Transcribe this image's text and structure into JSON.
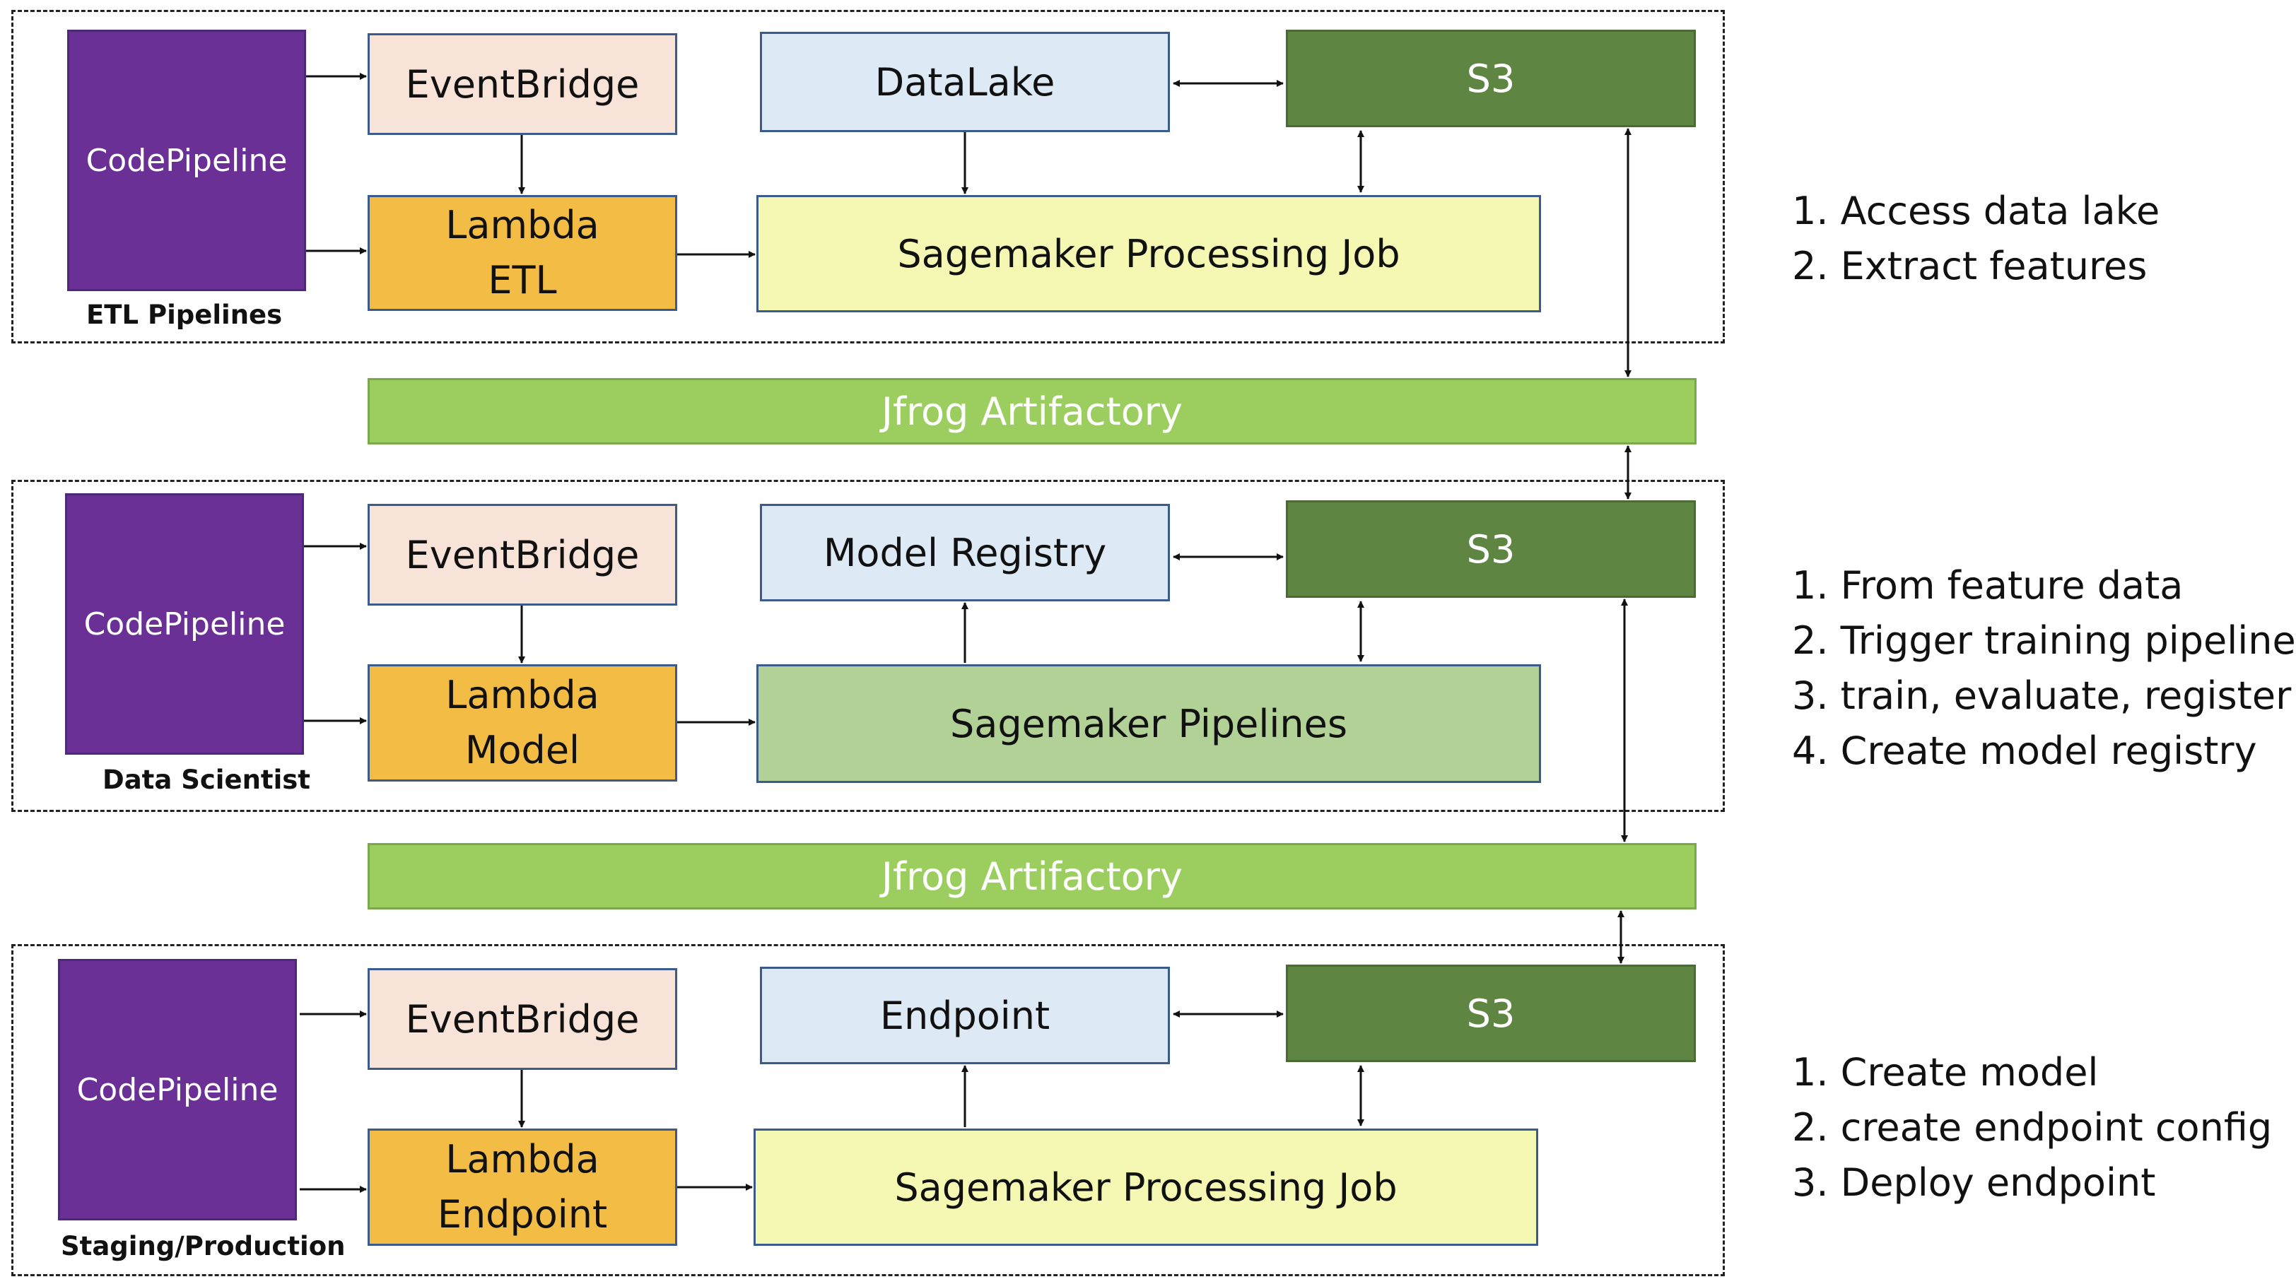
{
  "sections": [
    {
      "frame_label": "ETL Pipelines",
      "codepipeline": "CodePipeline",
      "eventbridge": "EventBridge",
      "lambda_lines": [
        "Lambda",
        "ETL"
      ],
      "top_store": "DataLake",
      "s3": "S3",
      "main_job": "Sagemaker Processing Job",
      "notes": [
        "1. Access data lake",
        "2. Extract features"
      ]
    },
    {
      "frame_label": "Data Scientist",
      "codepipeline": "CodePipeline",
      "eventbridge": "EventBridge",
      "lambda_lines": [
        "Lambda",
        "Model"
      ],
      "top_store": "Model Registry",
      "s3": "S3",
      "main_job": "Sagemaker Pipelines",
      "notes": [
        "1. From feature data",
        "2. Trigger training pipeline",
        "3. train, evaluate, register",
        "4. Create model registry"
      ]
    },
    {
      "frame_label": "Staging/Production",
      "codepipeline": "CodePipeline",
      "eventbridge": "EventBridge",
      "lambda_lines": [
        "Lambda",
        "Endpoint"
      ],
      "top_store": "Endpoint",
      "s3": "S3",
      "main_job": "Sagemaker Processing Job",
      "notes": [
        "1. Create model",
        "2. create endpoint config",
        "3. Deploy endpoint"
      ]
    }
  ],
  "artifactory": [
    "Jfrog Artifactory",
    "Jfrog Artifactory"
  ],
  "colors": {
    "codepipeline": "#6a3096",
    "eventbridge": "#f7e3d7",
    "lambda": "#f3bd45",
    "store": "#dde9f5",
    "s3": "#5e8541",
    "processing_job": "#f4f8b3",
    "sagemaker_pipelines": "#b1d197",
    "artifactory": "#9cce5f"
  }
}
